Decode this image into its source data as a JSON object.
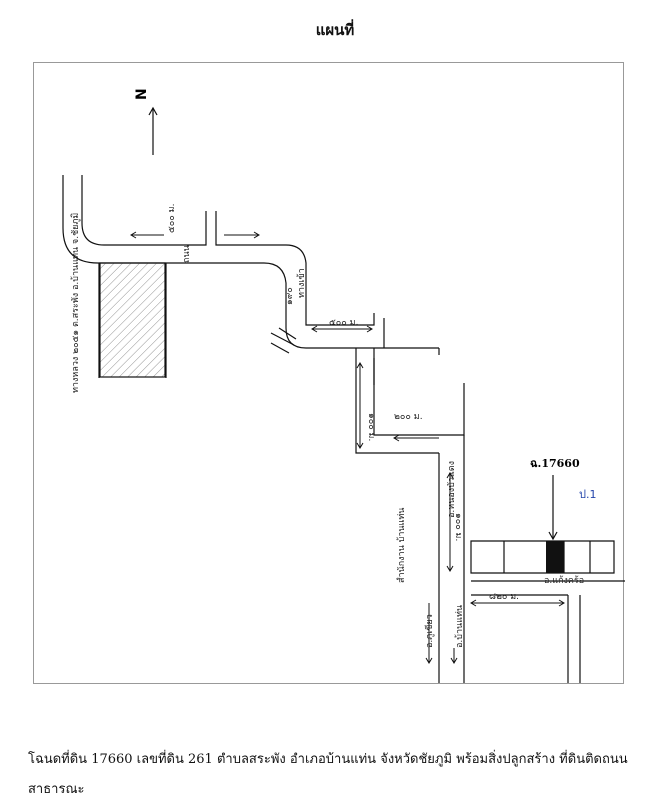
{
  "title": "แผนที่",
  "map": {
    "north_label": "N",
    "parcel_label": "ฉ.17660",
    "parcel_tag": "ป.1",
    "left_road_vertical_label": "ทางหลวง ๒๐๕๑ ต.สระพัง อ.บ้านแท่น จ.ชัยภูมิ",
    "distances": {
      "top_road": "๕๐๐ ม.",
      "bend_road": "๑๙๐",
      "mid_road": "๕๐๐ ม.",
      "stair_vertical": "๑๐๐ ม.",
      "stair_horizontal": "๒๐๐ ม.",
      "long_road": "๑๐๐ ม.",
      "bottom_road": "๘๒๐ ม."
    },
    "place_labels": {
      "nong_bua_daeng": "อ.หนองบัวแดง",
      "ban_thaen_bottom": "อ.บ้านแท่น",
      "phu_khiao": "อ.ภูเขียว",
      "kaeng_khro": "อ.แก้งคร้อ",
      "school": "สำนักงาน บ้านแท่น",
      "small_road": "ถนน",
      "side_road": "ทางเข้า"
    }
  },
  "caption": "โฉนดที่ดิน 17660 เลขที่ดิน 261 ตำบลสระพัง อำเภอบ้านแท่น จังหวัดชัยภูมิ พร้อมสิ่งปลูกสร้าง ที่ดินติดถนนสาธารณะ"
}
